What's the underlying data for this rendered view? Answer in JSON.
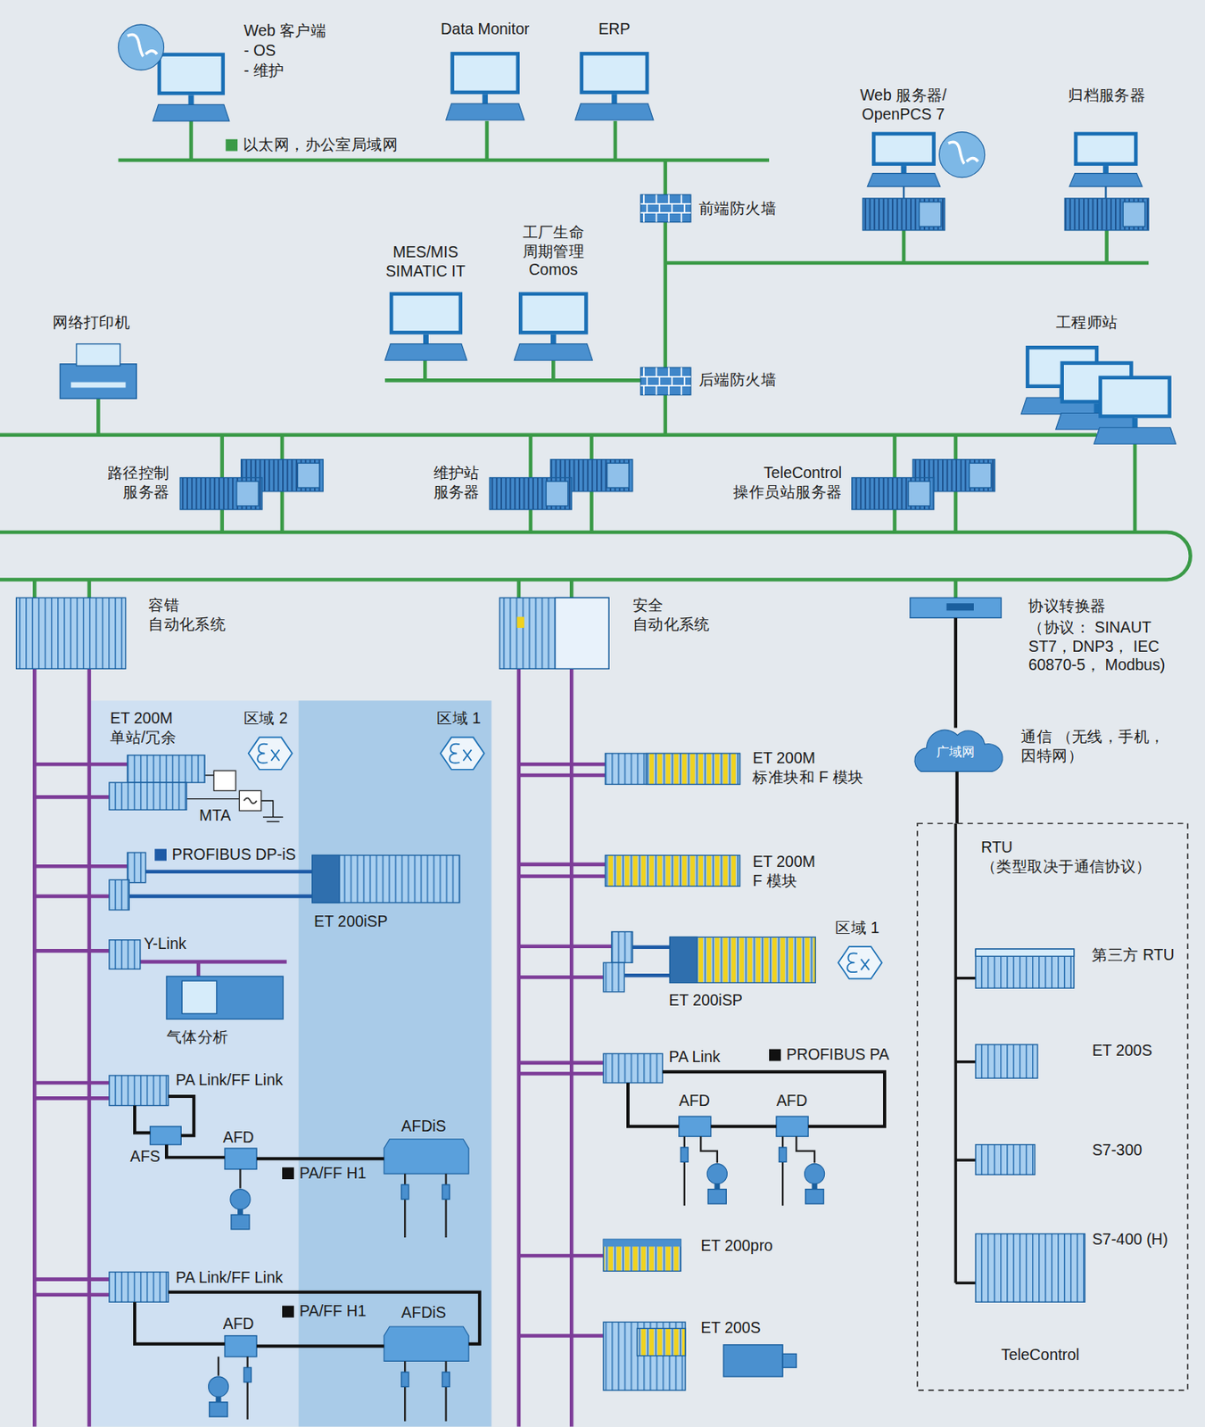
{
  "diagram": {
    "nodes": [
      {
        "text": [
          "Web 客户端",
          "- OS",
          "- 维护"
        ]
      },
      {
        "text": [
          "Data Monitor"
        ]
      },
      {
        "text": [
          "ERP"
        ]
      },
      {
        "text": [
          "Web 服务器/ OpenPCS 7"
        ]
      },
      {
        "text": [
          "归档服务器"
        ]
      },
      {
        "text": [
          "前端防火墙"
        ]
      },
      {
        "text": [
          "MES/MIS SIMATIC IT"
        ]
      },
      {
        "text": [
          "工厂生命 周期管理 Comos"
        ]
      },
      {
        "text": [
          "后端防火墙"
        ]
      },
      {
        "text": [
          "网络打印机"
        ]
      },
      {
        "text": [
          "工程师站"
        ]
      },
      {
        "text": [
          "路径控制 服务器"
        ]
      },
      {
        "text": [
          "维护站 服务器"
        ]
      },
      {
        "text": [
          "TeleControl 操作员站服务器"
        ]
      },
      {
        "text": [
          "容错 自动化系统"
        ]
      },
      {
        "text": [
          "安全 自动化系统"
        ]
      },
      {
        "text": [
          "协议转换器",
          "（协议： SINAUT ST7，DNP3， IEC 60870-5， Modbus)"
        ]
      },
      {
        "text": [
          "广域网"
        ]
      },
      {
        "text": [
          "区域 2"
        ]
      },
      {
        "text": [
          "区域 1"
        ]
      },
      {
        "text": [
          "ET 200M 单站/冗余"
        ],
        "in": 18
      },
      {
        "text": [
          "ET 200iSP"
        ],
        "in": 19
      },
      {
        "text": [
          "Y-Link"
        ],
        "in": 18
      },
      {
        "text": [
          "气体分析"
        ],
        "in": 18
      },
      {
        "text": [
          "PA Link/FF Link"
        ],
        "in": 18
      },
      {
        "text": [
          "AFS"
        ],
        "in": 18
      },
      {
        "text": [
          "AFD"
        ],
        "in": 18
      },
      {
        "text": [
          "AFDiS"
        ],
        "in": 19
      },
      {
        "text": [
          "PA Link/FF Link"
        ],
        "in": 18
      },
      {
        "text": [
          "AFD"
        ],
        "in": 18
      },
      {
        "text": [
          "AFDiS"
        ],
        "in": 19
      },
      {
        "text": [
          "ET 200M 标准块和 F 模块"
        ]
      },
      {
        "text": [
          "ET 200M F 模块"
        ]
      },
      {
        "text": [
          "ET 200iSP"
        ]
      },
      {
        "text": [
          "PA Link"
        ]
      },
      {
        "text": [
          "AFD"
        ]
      },
      {
        "text": [
          "AFD"
        ]
      },
      {
        "text": [
          "ET 200pro"
        ]
      },
      {
        "text": [
          "ET 200S"
        ]
      },
      {
        "text": [
          "RTU （类型取决于通信协议）",
          "TeleControl"
        ]
      },
      {
        "text": [
          "第三方 RTU"
        ],
        "in": 39
      },
      {
        "text": [
          "ET 200S"
        ],
        "in": 39
      },
      {
        "text": [
          "S7-300"
        ],
        "in": 39
      },
      {
        "text": [
          "S7-400 (H)"
        ],
        "in": 39
      }
    ],
    "edges": [
      {
        "from": 24,
        "to": 25,
        "arrow": "none"
      },
      {
        "from": 24,
        "to": 25,
        "arrow": "none"
      },
      {
        "from": 25,
        "to": 26,
        "arrow": "none"
      },
      {
        "from": 26,
        "to": 27,
        "arrow": "none"
      },
      {
        "from": 28,
        "to": 29,
        "arrow": "none"
      },
      {
        "from": 29,
        "to": 30,
        "arrow": "none"
      },
      {
        "from": 28,
        "to": 30,
        "arrow": "none"
      },
      {
        "from": 34,
        "to": 35,
        "arrow": "none"
      },
      {
        "from": 35,
        "to": 36,
        "arrow": "none"
      },
      {
        "from": 34,
        "to": 36,
        "arrow": "none"
      },
      {
        "from": 16,
        "to": 17,
        "arrow": "none"
      },
      {
        "from": 17,
        "to": 39,
        "arrow": "none"
      }
    ],
    "labels": [
      "MTA",
      "区域 1",
      "通信 （无线，手机，因特网）"
    ],
    "legend": [
      {
        "text": "以太网，办公室局域网",
        "color": "#3a9a47"
      },
      {
        "text": "PROFIBUS DP-iS",
        "color": "#1d5aa6"
      },
      {
        "text": "PA/FF H1",
        "color": "#111111"
      },
      {
        "text": "PA/FF H1",
        "color": "#111111"
      },
      {
        "text": "PROFIBUS PA",
        "color": "#111111"
      }
    ]
  }
}
